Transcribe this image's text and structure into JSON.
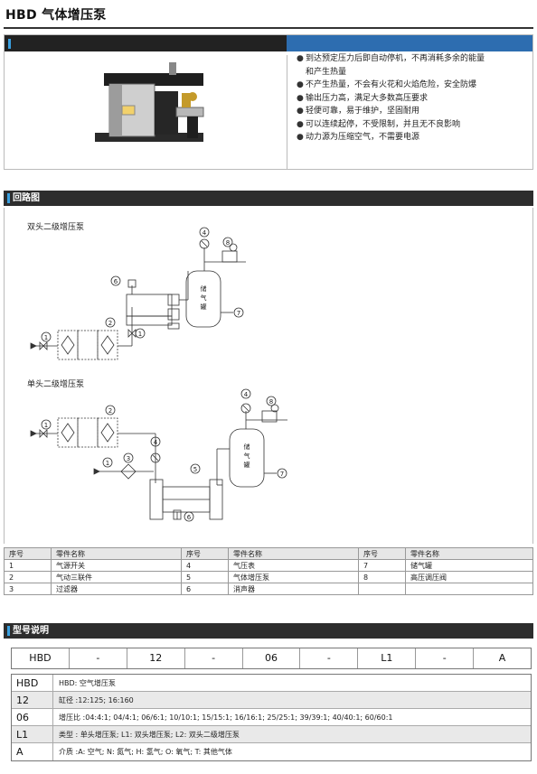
{
  "page": {
    "title": "HBD 气体增压泵"
  },
  "features": [
    "到达预定压力后即自动停机，不再消耗多余的能量和产生热量",
    "不产生热量，不会有火花和火焰危险，安全防爆",
    "输出压力高，满足大多数高压要求",
    "轻便可靠，易于维护，坚固耐用",
    "可以连续起停，不受限制，并且无不良影响",
    "动力源为压缩空气，不需要电源"
  ],
  "features_lines": [
    "到达预定压力后即自动停机，不再消耗多余的能量",
    "和产生热量",
    "不产生热量，不会有火花和火焰危险，安全防爆",
    "输出压力高，满足大多数高压要求",
    "轻便可靠，易于维护，坚固耐用",
    "可以连续起停，不受限制，并且无不良影响",
    "动力源为压缩空气，不需要电源"
  ],
  "circuit": {
    "section_title": "回路图",
    "diagram1_title": "双头二级增压泵",
    "diagram2_title": "单头二级增压泵",
    "tank_label": [
      "储",
      "气",
      "罐"
    ],
    "callouts": [
      "1",
      "2",
      "3",
      "4",
      "5",
      "6",
      "7",
      "8"
    ]
  },
  "parts_table": {
    "headers": [
      "序号",
      "零件名称",
      "序号",
      "零件名称",
      "序号",
      "零件名称"
    ],
    "rows": [
      [
        "1",
        "气源开关",
        "4",
        "气压表",
        "7",
        "储气罐"
      ],
      [
        "2",
        "气动三联件",
        "5",
        "气体增压泵",
        "8",
        "高压调压阀"
      ],
      [
        "3",
        "过滤器",
        "6",
        "消声器",
        "",
        ""
      ]
    ]
  },
  "model": {
    "section_title": "型号说明",
    "code_parts": [
      "HBD",
      "-",
      "12",
      "-",
      "06",
      "-",
      "L1",
      "-",
      "A"
    ],
    "rows": [
      {
        "key": "HBD",
        "desc": "HBD: 空气增压泵"
      },
      {
        "key": "12",
        "desc": "缸径 :12:125;  16:160"
      },
      {
        "key": "06",
        "desc": "增压比 :04:4:1;  04/4:1;  06/6:1;  10/10:1;  15/15:1;  16/16:1;  25/25:1;  39/39:1;  40/40:1;  60/60:1"
      },
      {
        "key": "L1",
        "desc": "类型 : 单头增压泵;  L1: 双头增压泵;  L2: 双头二级增压泵"
      },
      {
        "key": "A",
        "desc": "介质 :A: 空气;  N: 氮气;  H: 氢气;  O: 氧气;  T: 其他气体"
      }
    ]
  },
  "colors": {
    "accent": "#2d6db0",
    "header": "#2d2d2d",
    "marker": "#3aa0e0"
  }
}
